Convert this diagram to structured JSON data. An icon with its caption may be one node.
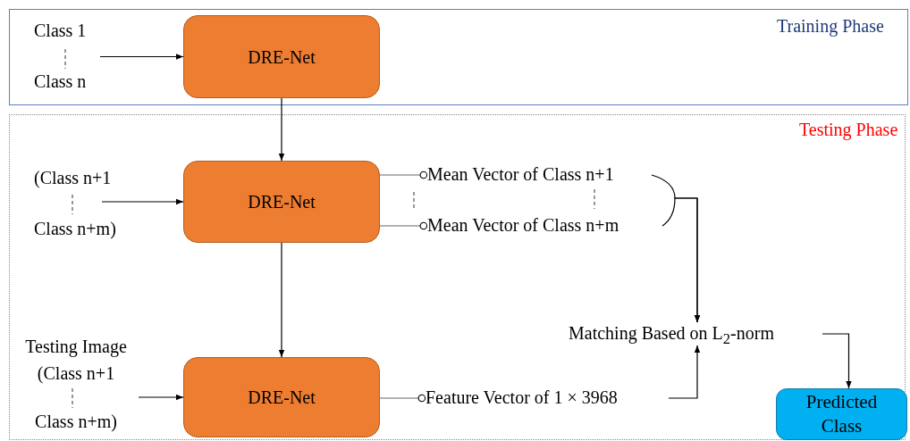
{
  "diagram": {
    "nodes": [
      {
        "text": [
          "Training Phase"
        ]
      },
      {
        "text": [
          "Class 1",
          "Class n"
        ],
        "in": 0
      },
      {
        "text": [
          "DRE-Net"
        ],
        "in": 0
      },
      {
        "text": [
          "Testing Phase"
        ]
      },
      {
        "text": [
          "(Class n+1",
          "Class n+m)"
        ],
        "in": 3
      },
      {
        "text": [
          "DRE-Net"
        ],
        "in": 3
      },
      {
        "text": [
          "Mean Vector of Class n+1"
        ],
        "in": 3
      },
      {
        "text": [
          "Mean Vector of Class n+m"
        ],
        "in": 3
      },
      {
        "text": [
          "Testing Image",
          "(Class n+1",
          "Class n+m)"
        ],
        "in": 3
      },
      {
        "text": [
          "DRE-Net"
        ],
        "in": 3
      },
      {
        "text": [
          "Feature Vector of 1 × 3968"
        ],
        "in": 3
      },
      {
        "text": [
          "Matching Based on L$_{2}$-norm"
        ],
        "in": 3
      },
      {
        "text": [
          "Predicted Class"
        ],
        "in": 3
      }
    ],
    "edges": [
      {
        "from": 1,
        "to": 2,
        "arrow": "to"
      },
      {
        "from": 2,
        "to": 5,
        "arrow": "to"
      },
      {
        "from": 4,
        "to": 5,
        "arrow": "to"
      },
      {
        "from": 5,
        "to": 6,
        "arrow": "other",
        "color": "#666666"
      },
      {
        "from": 5,
        "to": 7,
        "arrow": "other",
        "color": "#666666"
      },
      {
        "from": 6,
        "to": 11,
        "arrow": "to"
      },
      {
        "from": 7,
        "to": 11,
        "arrow": "to"
      },
      {
        "from": 5,
        "to": 9,
        "arrow": "to"
      },
      {
        "from": 8,
        "to": 9,
        "arrow": "to"
      },
      {
        "from": 9,
        "to": 10,
        "arrow": "other",
        "color": "#666666"
      },
      {
        "from": 10,
        "to": 11,
        "arrow": "to"
      },
      {
        "from": 11,
        "to": 12,
        "arrow": "to"
      }
    ]
  }
}
